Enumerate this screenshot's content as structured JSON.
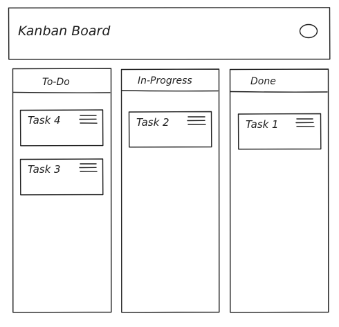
{
  "header": {
    "title": "Kanban Board",
    "avatar_icon": "circle-avatar-icon"
  },
  "columns": [
    {
      "title": "To-Do",
      "cards": [
        {
          "label": "Task 4",
          "icon": "menu-lines-icon"
        },
        {
          "label": "Task 3",
          "icon": "menu-lines-icon"
        }
      ]
    },
    {
      "title": "In-Progress",
      "cards": [
        {
          "label": "Task 2",
          "icon": "menu-lines-icon"
        }
      ]
    },
    {
      "title": "Done",
      "cards": [
        {
          "label": "Task 1",
          "icon": "menu-lines-icon"
        }
      ]
    }
  ],
  "colors": {
    "stroke": "#1e1e1e",
    "background": "#ffffff"
  }
}
